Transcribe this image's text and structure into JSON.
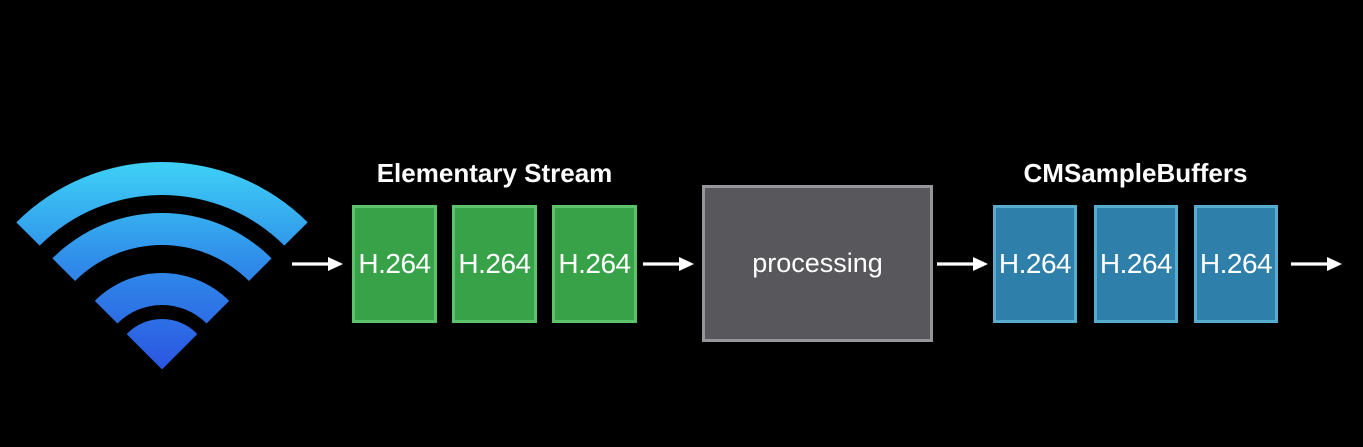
{
  "slide": {
    "background": "#000000"
  },
  "wifi_icon": {
    "name": "wifi-icon",
    "gradient_top": "#3ED2F6",
    "gradient_middle": "#2F8BE9",
    "gradient_bottom": "#2B55E2"
  },
  "elementary_stream": {
    "label": "Elementary Stream",
    "boxes": [
      "H.264",
      "H.264",
      "H.264"
    ],
    "fill": "#38A249",
    "border": "#5CC26B"
  },
  "processing": {
    "label": "processing",
    "fill": "#58585C",
    "border": "#96969A"
  },
  "cmsample_buffers": {
    "label": "CMSampleBuffers",
    "boxes": [
      "H.264",
      "H.264",
      "H.264"
    ],
    "fill": "#2E80AA",
    "border": "#58ACCE"
  },
  "arrow": {
    "color": "#FFFFFF"
  }
}
